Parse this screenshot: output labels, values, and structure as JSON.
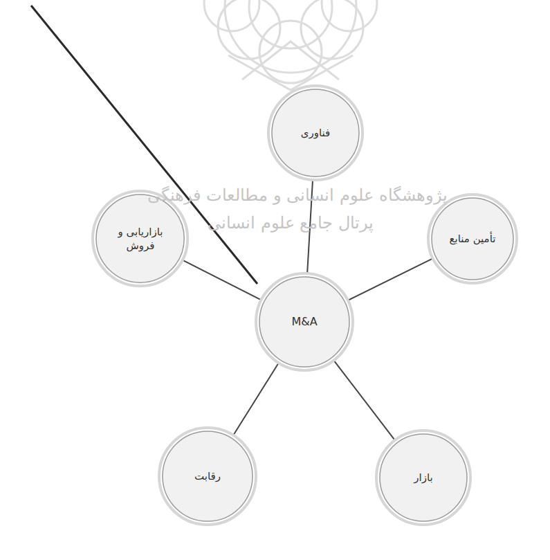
{
  "diagram": {
    "nodes": [
      {
        "text": [
          "M&A"
        ]
      },
      {
        "text": [
          "فناوری"
        ]
      },
      {
        "text": [
          "تأمین منابع"
        ]
      },
      {
        "text": [
          "بازار"
        ]
      },
      {
        "text": [
          "رقابت"
        ]
      },
      {
        "text": [
          "بازاریابی و فروش"
        ]
      }
    ],
    "edges": [
      {
        "from": 0,
        "to": 1,
        "arrow": "none"
      },
      {
        "from": 0,
        "to": 2,
        "arrow": "none"
      },
      {
        "from": 0,
        "to": 3,
        "arrow": "none"
      },
      {
        "from": 0,
        "to": 4,
        "arrow": "none"
      },
      {
        "from": 0,
        "to": 5,
        "arrow": "none"
      }
    ],
    "labels": [
      "پژوهشگاه علوم انسانی و مطالعات فرهنگی",
      "پرتال جامع علوم انسانی"
    ]
  }
}
